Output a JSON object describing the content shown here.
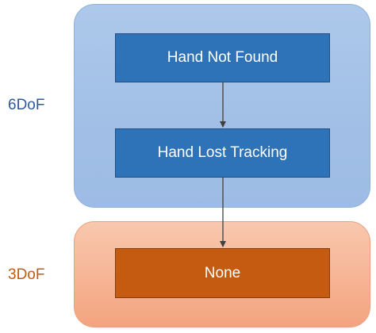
{
  "groups": {
    "six_dof": {
      "label": "6DoF",
      "label_color": "#2e5b9a"
    },
    "three_dof": {
      "label": "3DoF",
      "label_color": "#c55a11"
    }
  },
  "nodes": {
    "hand_not_found": "Hand Not Found",
    "hand_lost_tracking": "Hand Lost Tracking",
    "none": "None"
  },
  "edges": [
    {
      "from": "hand_not_found",
      "to": "hand_lost_tracking"
    },
    {
      "from": "hand_lost_tracking",
      "to": "none"
    }
  ],
  "colors": {
    "blue_node": "#2e73b7",
    "orange_node": "#c55a11",
    "blue_group": "#a7c4e8",
    "orange_group": "#f6b494",
    "arrow": "#404040"
  }
}
